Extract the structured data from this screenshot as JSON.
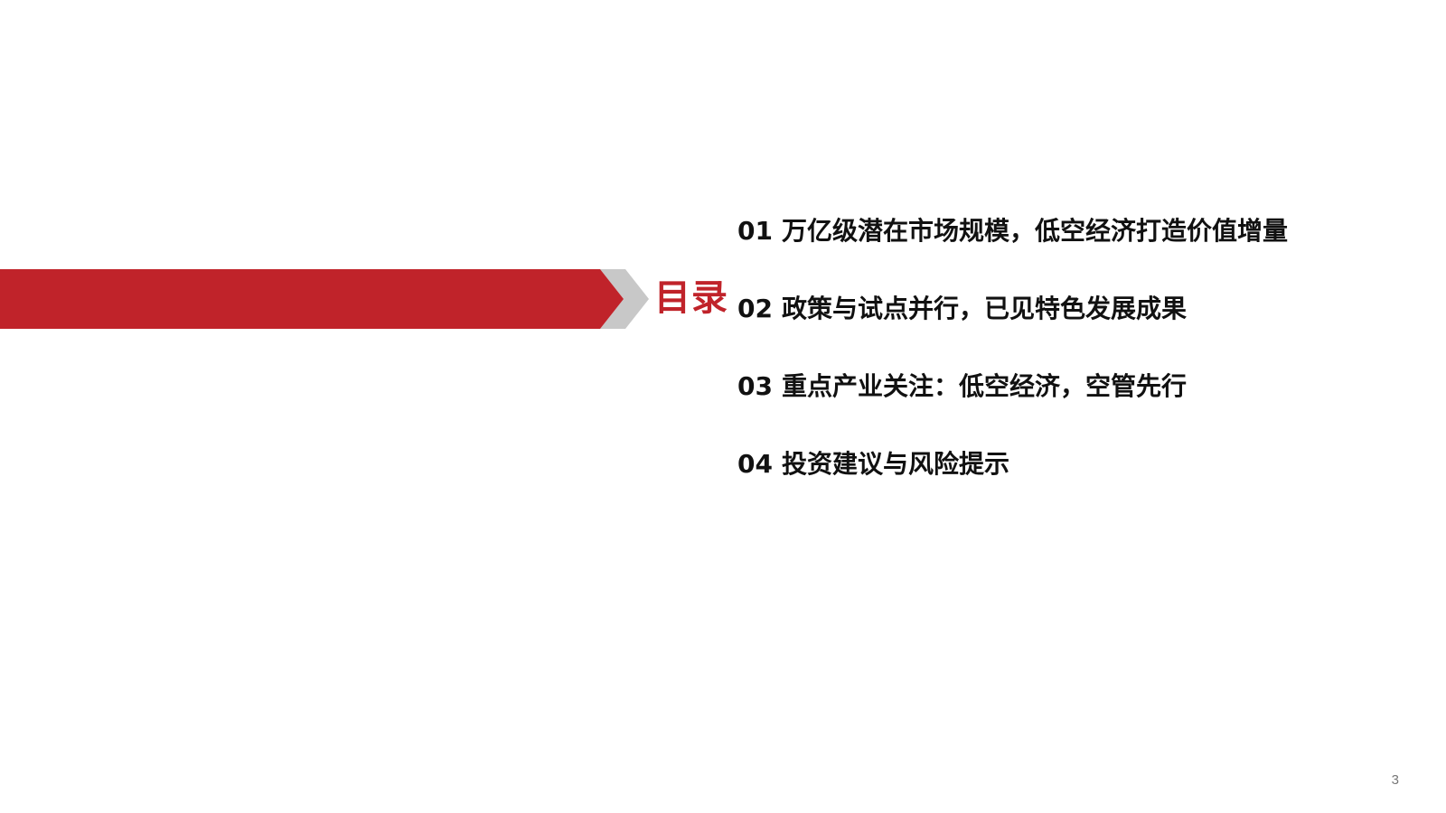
{
  "banner": {
    "bar_color": "#c0232a",
    "chevron_color": "#c8c8c8",
    "title": "目录",
    "title_color": "#c0232a"
  },
  "toc": {
    "items": [
      {
        "number": "01",
        "label": "万亿级潜在市场规模，低空经济打造价值增量"
      },
      {
        "number": "02",
        "label": "政策与试点并行，已见特色发展成果"
      },
      {
        "number": "03",
        "label": "重点产业关注：低空经济，空管先行"
      },
      {
        "number": "04",
        "label": "投资建议与风险提示"
      }
    ]
  },
  "footer": {
    "page_number": "3"
  }
}
